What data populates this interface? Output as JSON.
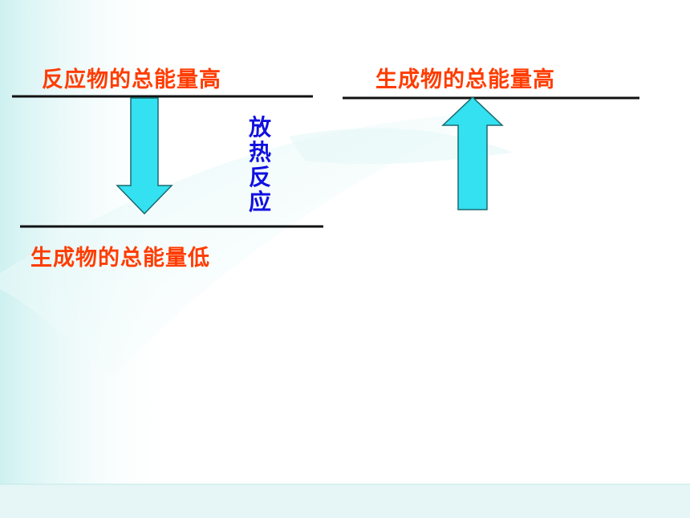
{
  "left_panel": {
    "top_label": "反应物的总能量高",
    "bottom_label": "生成物的总能量低",
    "process_label": "放热反应"
  },
  "right_panel": {
    "top_label": "生成物的总能量高"
  },
  "colors": {
    "label_text": "#ff3c00",
    "process_text": "#1010e0",
    "arrow_fill": "#33e1f0",
    "arrow_stroke": "#1a6a70",
    "level_line": "#111111",
    "background_wash": "#d6f3f3"
  }
}
